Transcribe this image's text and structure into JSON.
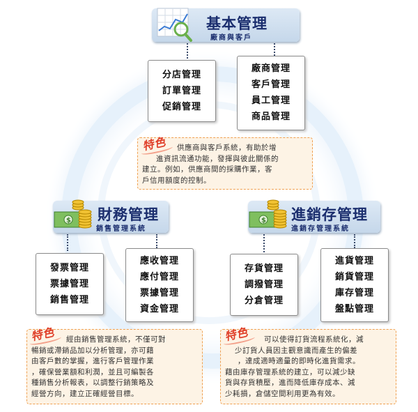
{
  "colors": {
    "title": "#1b2e6e",
    "feature_border": "#f0a050",
    "feature_bg": "#fdf3e5",
    "tag": "#e0402a",
    "ring": "#e6f1fb"
  },
  "top": {
    "title": "基本管理",
    "subtitle": "廠商與客戶",
    "icon": "chart-magnifier-icon",
    "left_box": [
      "分店管理",
      "訂單管理",
      "促銷管理"
    ],
    "right_box": [
      "廠商管理",
      "客戶管理",
      "員工管理",
      "商品管理"
    ],
    "feature": {
      "tag": "特色",
      "lines": [
        "供應商與客戶系統，有助於增",
        "進資訊流通功能，發揮與彼此關係的",
        "建立。例如，供應商間的採購作業，客",
        "戶信用額度的控制。"
      ]
    }
  },
  "finance": {
    "title": "財務管理",
    "subtitle": "銷售管理系統",
    "icon": "money-coins-icon",
    "left_box": [
      "發票管理",
      "票據管理",
      "銷售管理"
    ],
    "right_box": [
      "應收管理",
      "應付管理",
      "票據管理",
      "資金管理"
    ],
    "feature": {
      "tag": "特色",
      "lines": [
        "經由銷售管理系統，不僅可對",
        "暢銷或滯銷品加以分析管理，亦可藉",
        "由客戶數的掌握，進行客戶管理作業",
        "，確保營業額和利潤，並且可編製各",
        "種銷售分析報表，以調整行銷策略及",
        "經營方向，建立正確經營目標。"
      ]
    }
  },
  "inventory": {
    "title": "進銷存管理",
    "subtitle": "進銷存管理系統",
    "icon": "money-coins-icon",
    "left_box": [
      "存貨管理",
      "調撥管理",
      "分倉管理"
    ],
    "right_box": [
      "進貨管理",
      "銷貨管理",
      "庫存管理",
      "盤點管理"
    ],
    "feature": {
      "tag": "特色",
      "lines": [
        "可以使得訂貨流程系統化，減",
        "少訂貨人員因主觀意識而產生的偏差",
        "，達成適時適量的即時化進貨需求。",
        "藉由庫存管理系統的建立，可以減少缺",
        "貨與存貨積壓，進而降低庫存成本、減",
        "少耗損，倉儲空間利用更為有效。"
      ]
    }
  }
}
